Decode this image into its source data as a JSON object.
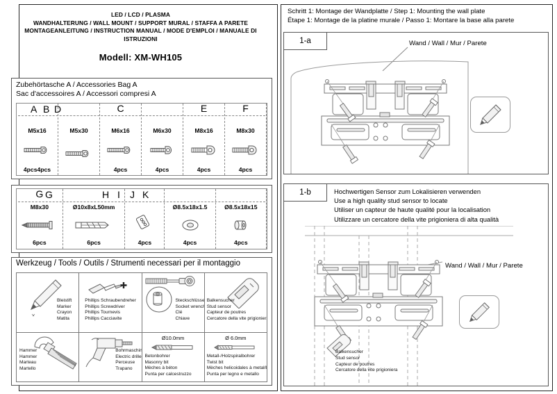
{
  "header": {
    "line1": "LED / LCD / PLASMA",
    "line2": "WANDHALTERUNG / WALL MOUNT / SUPPORT MURAL / STAFFA A PARETE",
    "line3": "MONTAGEANLEITUNG / INSTRUCTION MANUAL / MODE D'EMPLOI / MANUALE DI ISTRUZIONI",
    "model": "Modell: XM-WH105"
  },
  "accessories": {
    "title_line1": "Zubehörtasche A  /  Accessories Bag A",
    "title_line2": "Sac d'accessoires A  /  Accessori compresi A",
    "table1": {
      "letters": [
        "A",
        "B",
        "D",
        "C",
        "E",
        "F"
      ],
      "columns": [
        {
          "letter": "A",
          "spec": "M5x16",
          "qty": "4pcs4pcs",
          "icon": "screw-pan-head-icon"
        },
        {
          "letter": "B",
          "spec": "M5x30",
          "qty": "",
          "icon": "screw-pan-head-icon"
        },
        {
          "letter": "C",
          "spec": "M6x16",
          "qty": "4pcs",
          "icon": "screw-pan-head-icon"
        },
        {
          "letter": "D",
          "spec": "M6x30",
          "qty": "4pcs",
          "icon": "screw-pan-head-icon"
        },
        {
          "letter": "E",
          "spec": "M8x16",
          "qty": "4pcs",
          "icon": "screw-pan-head-icon"
        },
        {
          "letter": "F",
          "spec": "M8x30",
          "qty": "4pcs",
          "icon": "screw-pan-head-icon"
        }
      ]
    },
    "table2": {
      "letters": [
        "G",
        "H",
        "I",
        "J",
        "K"
      ],
      "columns": [
        {
          "letter": "G",
          "spec": "M8x30",
          "qty": "6pcs",
          "icon": "lag-bolt-icon"
        },
        {
          "letter": "H",
          "spec": "Ø10x8xL50mm",
          "qty": "6pcs",
          "icon": "wall-anchor-icon"
        },
        {
          "letter": "J",
          "spec": "",
          "qty": "4pcs",
          "icon": "spacer-plate-icon"
        },
        {
          "letter": "I",
          "spec": "Ø8.5x18x1.5",
          "qty": "4pcs",
          "icon": "washer-icon"
        },
        {
          "letter": "K",
          "spec": "Ø8.5x18x15",
          "qty": "4pcs",
          "icon": "sleeve-icon"
        }
      ]
    }
  },
  "tools": {
    "title": "Werkzeug / Tools / Outils /  Strumenti necessari per il montaggio",
    "items": [
      {
        "icon": "pencil-icon",
        "names": [
          "Bleistift",
          "Marker",
          "Crayon",
          "Matita"
        ],
        "dia": ""
      },
      {
        "icon": "phillips-screwdriver-icon",
        "names": [
          "Phillips Schraubendreher",
          "Phillips Screwdriver",
          "Phillips Tournevis",
          "Phillips Cacciavite"
        ],
        "dia": ""
      },
      {
        "icon": "socket-wrench-icon",
        "names": [
          "Steckschlüssel",
          "Socket wrench",
          "Clé",
          "Chiave"
        ],
        "dia": ""
      },
      {
        "icon": "stud-sensor-icon",
        "names": [
          "Balkensucher",
          "Stud sensor",
          "Capteur de poutres",
          "Cercatore della vite prigioniera"
        ],
        "dia": ""
      },
      {
        "icon": "hammer-icon",
        "names": [
          "Hammer",
          "Hammer",
          "Marteau",
          "Martello"
        ],
        "dia": ""
      },
      {
        "icon": "electric-drill-icon",
        "names": [
          "Bohrmaschine",
          "Electric driller",
          "Perceuse",
          "Trapano"
        ],
        "dia": ""
      },
      {
        "icon": "masonry-bit-icon",
        "names": [
          "Betonbohrer",
          "Masonry bit",
          "Mèches à béton",
          "Punta per calcestruzzo"
        ],
        "dia": "Ø10.0mm"
      },
      {
        "icon": "twist-bit-icon",
        "names": [
          "Metall-/Holzspiralbohrer",
          "Twist bit",
          "Mèches helicoidales à metal/bois",
          "Punta per legno e metallo"
        ],
        "dia": "Ø 6.0mm"
      }
    ]
  },
  "step1": {
    "heading_line1": "Schritt 1: Montage der Wandplatte / Step 1: Mounting the wall plate",
    "heading_line2": "Étape 1: Montage de la platine murale / Passo 1: Montare la base alla parete",
    "panel_a": {
      "tag": "1-a",
      "wall_label": "Wand / Wall / Mur / Parete"
    },
    "panel_b": {
      "tag": "1-b",
      "text_lines": [
        "Hochwertigen Sensor zum Lokalisieren verwenden",
        "Use a high quality stud sensor to locate",
        "Utiliser un capteur de haute qualité pour la localisation",
        "Utilizzare un cercatore della vite prigioniera di alta qualità"
      ],
      "wall_label": "Wand / Wall / Mur / Parete",
      "sensor_caption": [
        "Balkensucher",
        "Stud sensor",
        "Capteur de poutres",
        "Cercatore della vite prigioniera"
      ]
    }
  }
}
